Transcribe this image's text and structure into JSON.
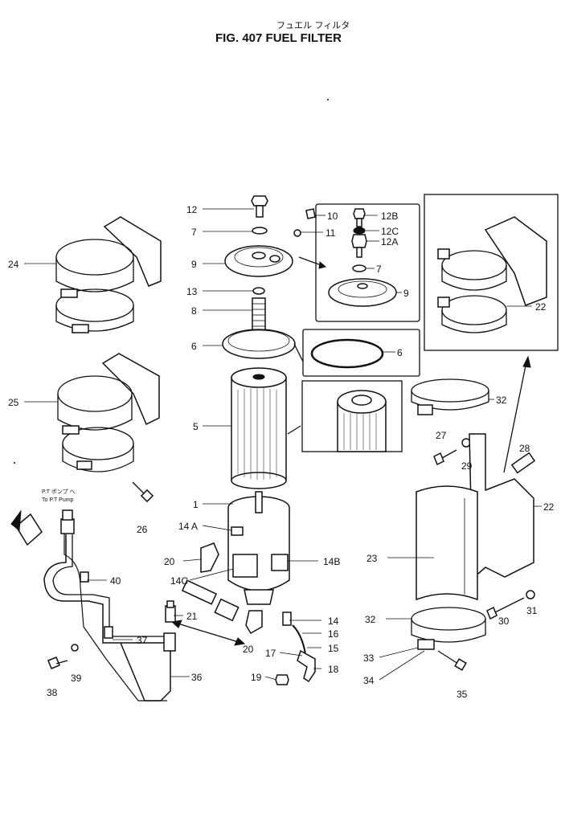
{
  "header": {
    "japanese_title": "フュエル フィルタ",
    "title": "FIG. 407  FUEL  FILTER"
  },
  "annotation": {
    "jp_line": "P.T ポンプ へ",
    "en_line": "To P.T Pump"
  },
  "callouts": {
    "c1": "1",
    "c5": "5",
    "c6a": "6",
    "c6b": "6",
    "c7a": "7",
    "c7b": "7",
    "c8": "8",
    "c9a": "9",
    "c9b": "9",
    "c10": "10",
    "c11": "11",
    "c12": "12",
    "c12a": "12A",
    "c12b": "12B",
    "c12c": "12C",
    "c13": "13",
    "c14": "14",
    "c14a": "14 A",
    "c14b": "14B",
    "c14c": "14C",
    "c15": "15",
    "c16": "16",
    "c17": "17",
    "c18": "18",
    "c19": "19",
    "c20a": "20",
    "c20b": "20",
    "c21": "21",
    "c22a": "22",
    "c22b": "22",
    "c23": "23",
    "c24": "24",
    "c25": "25",
    "c26": "26",
    "c27": "27",
    "c28": "28",
    "c29": "29",
    "c30": "30",
    "c31": "31",
    "c32a": "32",
    "c32b": "32",
    "c33": "33",
    "c34": "34",
    "c35": "35",
    "c36": "36",
    "c37": "37",
    "c38": "38",
    "c39": "39",
    "c40": "40"
  },
  "colors": {
    "ink": "#111111",
    "paper": "#ffffff"
  }
}
